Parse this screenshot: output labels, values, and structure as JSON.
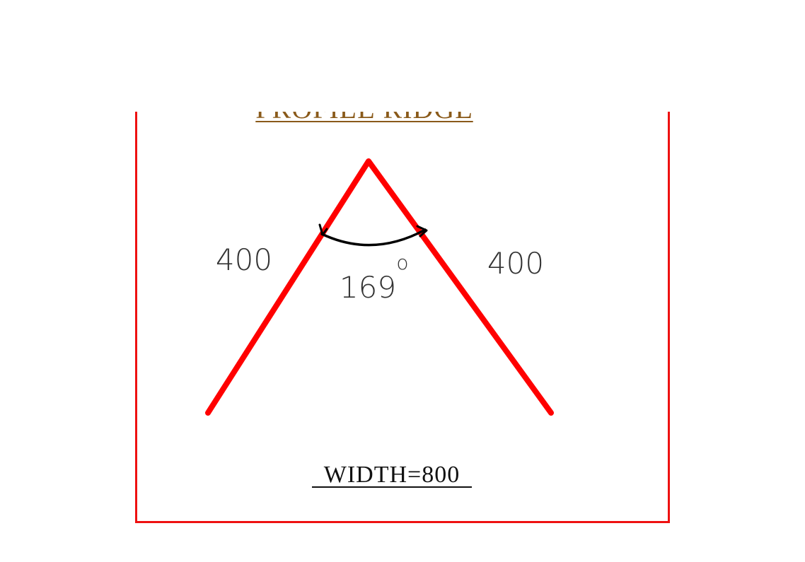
{
  "drawing": {
    "title": "PROFILE  RIDGE",
    "left_side_length": "400",
    "right_side_length": "400",
    "angle_value": "169",
    "angle_degree_mark": "o",
    "width_label": "WIDTH=800"
  },
  "colors": {
    "profile_line": "#ff0000",
    "frame_border": "#ee1111",
    "title": "#8a5a1a",
    "angle_arc": "#000000",
    "dimension_text": "#333333"
  }
}
